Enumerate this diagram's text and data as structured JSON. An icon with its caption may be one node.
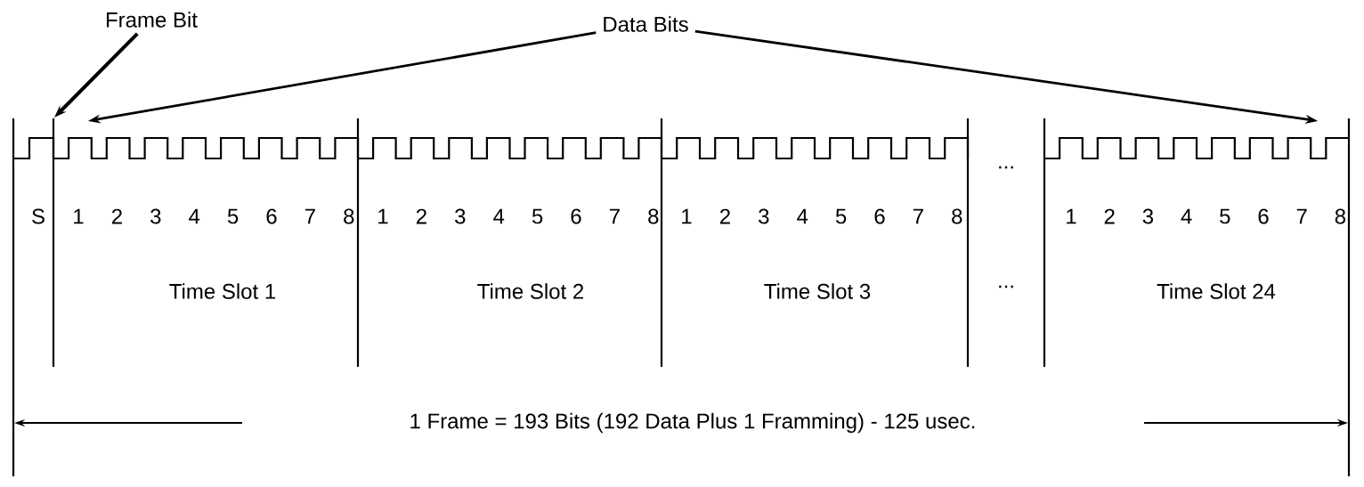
{
  "diagram": {
    "nodes": [
      {
        "text": [
          "Frame Bit"
        ]
      },
      {
        "text": [
          "Data Bits"
        ]
      },
      {
        "text": [],
        "shape": "picture"
      },
      {
        "text": [],
        "shape": "picture"
      }
    ],
    "edges": [
      {
        "from": 0,
        "to": null,
        "arrow": "to"
      },
      {
        "from": 1,
        "to": 2,
        "arrow": "to"
      },
      {
        "from": 1,
        "to": 3,
        "arrow": "to"
      }
    ],
    "labels": [
      "...",
      "S",
      "1",
      "2",
      "3",
      "4",
      "5",
      "6",
      "7",
      "8",
      "1",
      "2",
      "3",
      "4",
      "5",
      "6",
      "7",
      "8",
      "1",
      "2",
      "3",
      "4",
      "5",
      "6",
      "7",
      "8",
      "1",
      "2",
      "3",
      "4",
      "5",
      "6",
      "7",
      "8",
      "Time Slot 1",
      "Time Slot 2",
      "Time Slot 3",
      "...",
      "Time Slot 24",
      "1 Frame = 193 Bits (192 Data Plus 1 Framming) - 125 usec."
    ]
  }
}
